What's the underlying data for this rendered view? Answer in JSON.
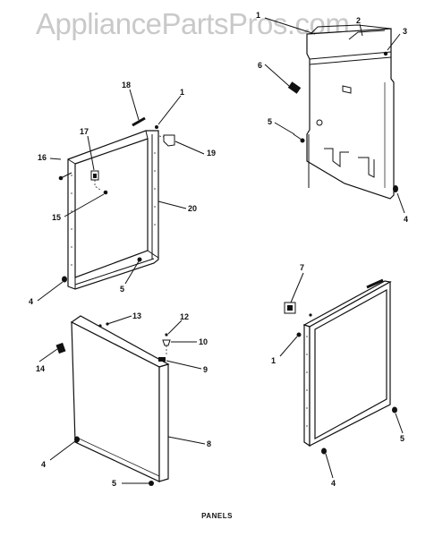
{
  "watermark": "AppliancePartsPros.com",
  "caption": "PANELS",
  "callouts": {
    "c1a": "1",
    "c2": "2",
    "c3": "3",
    "c6": "6",
    "c5a": "5",
    "c4a": "4",
    "c18": "18",
    "c1b": "1",
    "c17": "17",
    "c16": "16",
    "c19": "19",
    "c15": "15",
    "c20": "20",
    "c4b": "4",
    "c5b": "5",
    "c13": "13",
    "c12": "12",
    "c10": "10",
    "c9": "9",
    "c14": "14",
    "c8": "8",
    "c4c": "4",
    "c5c": "5",
    "c7": "7",
    "c1c": "1",
    "c5d": "5",
    "c4d": "4"
  }
}
